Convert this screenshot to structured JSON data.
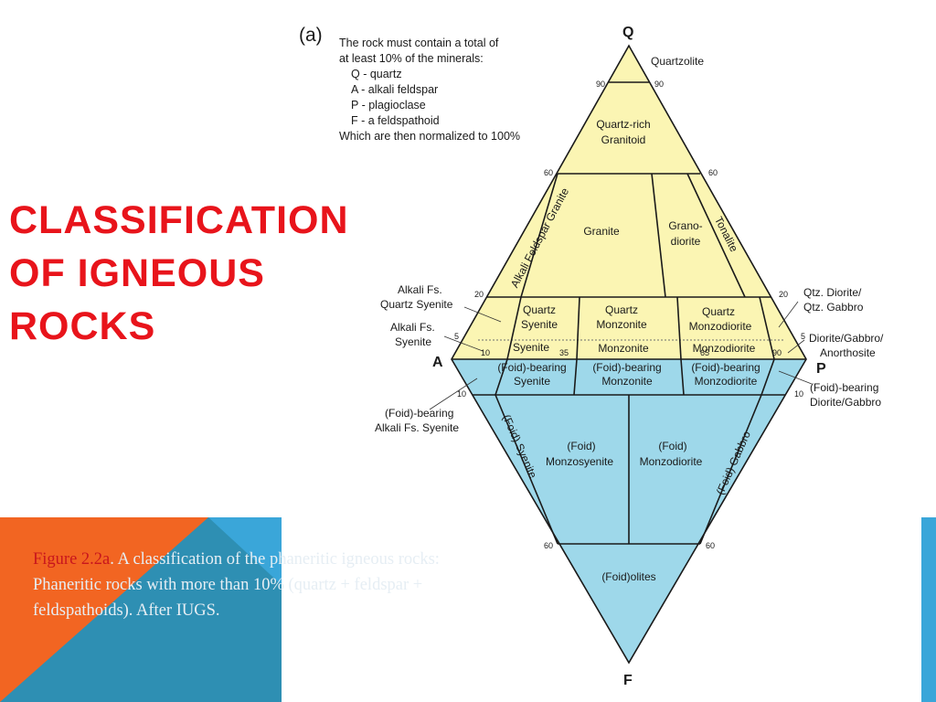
{
  "slide": {
    "title": "CLASSIFICATION OF IGNEOUS ROCKS",
    "colors": {
      "title": "#e8141b",
      "orange": "#f26522",
      "teal": "#2e8fb3",
      "blue": "#3aa6d9"
    }
  },
  "caption": {
    "figure_label": "Figure 2.2a",
    "text": ". A classification of the phaneritic igneous rocks: Phaneritic rocks with more than 10% (quartz + feldspar + feldspathoids). After IUGS."
  },
  "diagram": {
    "panel_label": "(a)",
    "note_lines": [
      "The rock must contain a  total of",
      "at least 10% of the minerals:",
      "Q - quartz",
      "A - alkali feldspar",
      "P - plagioclase",
      "F - a feldspathoid",
      "Which are then normalized to 100%"
    ],
    "vertices": {
      "q": "Q",
      "a": "A",
      "p": "P",
      "f": "F"
    },
    "colors": {
      "qap_fill": "#fbf5b3",
      "apf_fill": "#9ed8ea",
      "line": "#1a1a1a"
    },
    "ticks": {
      "q90_left": "90",
      "q90_right": "90",
      "q60_left": "60",
      "q60_right": "60",
      "q20_left": "20",
      "q20_right": "20",
      "q5_left": "5",
      "q5_right": "5",
      "a10": "10",
      "a35": "35",
      "a65": "65",
      "a90": "90",
      "f10_left": "10",
      "f10_right": "10",
      "f60_left": "60",
      "f60_right": "60"
    },
    "fields": {
      "quartzolite": "Quartzolite",
      "qrich_1": "Quartz-rich",
      "qrich_2": "Granitoid",
      "afs_granite": "Alkali Feldspar Granite",
      "granite": "Granite",
      "granodiorite_1": "Grano-",
      "granodiorite_2": "diorite",
      "tonalite": "Tonalite",
      "q_syenite_1": "Quartz",
      "q_syenite_2": "Syenite",
      "q_monzonite_1": "Quartz",
      "q_monzonite_2": "Monzonite",
      "q_monzodiorite_1": "Quartz",
      "q_monzodiorite_2": "Monzodiorite",
      "syenite": "Syenite",
      "monzonite": "Monzonite",
      "monzodiorite": "Monzodiorite",
      "fb_syenite_1": "(Foid)-bearing",
      "fb_syenite_2": "Syenite",
      "fb_monzonite_1": "(Foid)-bearing",
      "fb_monzonite_2": "Monzonite",
      "fb_monzodiorite_1": "(Foid)-bearing",
      "fb_monzodiorite_2": "Monzodiorite",
      "foid_syenite": "(Foid) Syenite",
      "foid_monzosyenite_1": "(Foid)",
      "foid_monzosyenite_2": "Monzosyenite",
      "foid_monzodiorite_1": "(Foid)",
      "foid_monzodiorite_2": "Monzodiorite",
      "foid_gabbro": "(Foid) Gabbro",
      "foidolites": "(Foid)olites"
    },
    "callouts": {
      "afs_qsyenite_1": "Alkali Fs.",
      "afs_qsyenite_2": "Quartz Syenite",
      "afs_syenite_1": "Alkali Fs.",
      "afs_syenite_2": "Syenite",
      "fb_afs_1": "(Foid)-bearing",
      "fb_afs_2": "Alkali Fs.  Syenite",
      "qtz_diorite_1": "Qtz. Diorite/",
      "qtz_diorite_2": "Qtz. Gabbro",
      "diorite_1": "Diorite/Gabbro/",
      "diorite_2": "Anorthosite",
      "fb_diorite_1": "(Foid)-bearing",
      "fb_diorite_2": "Diorite/Gabbro"
    }
  }
}
